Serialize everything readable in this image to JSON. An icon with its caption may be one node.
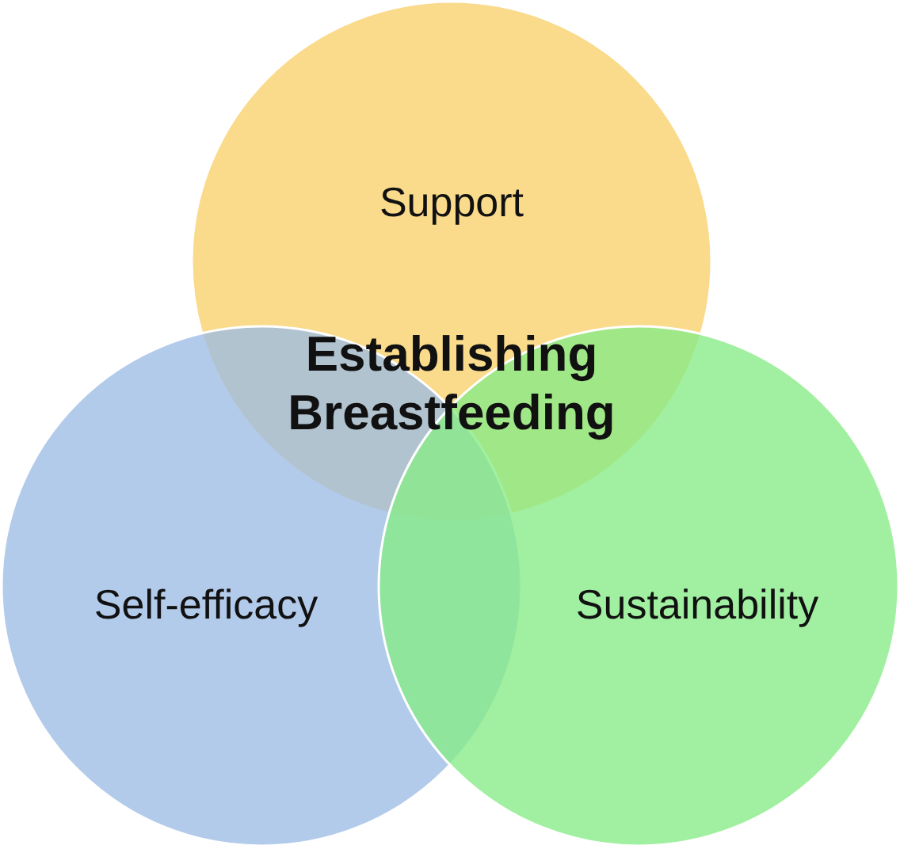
{
  "diagram": {
    "nodes": [
      {
        "text": [
          "Support"
        ]
      },
      {
        "text": [
          "Self-efficacy"
        ]
      },
      {
        "text": [
          "Sustainability"
        ]
      }
    ],
    "labels": [
      "Establishing Breastfeeding"
    ]
  }
}
